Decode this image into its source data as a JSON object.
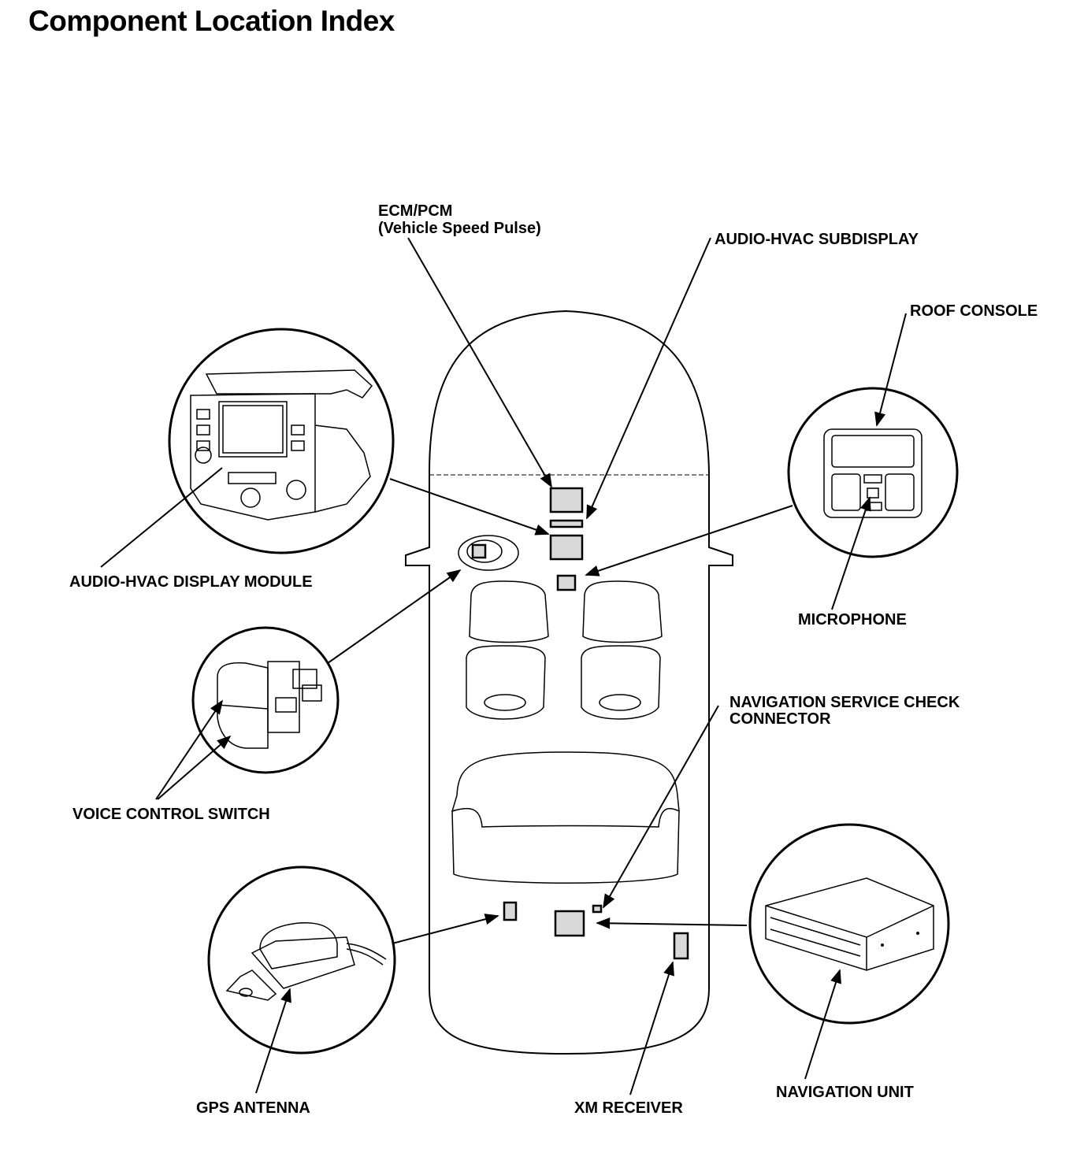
{
  "title": "Component Location Index",
  "labels": {
    "ecm_pcm_line1": "ECM/PCM",
    "ecm_pcm_line2": "(Vehicle Speed Pulse)",
    "audio_hvac_subdisplay": "AUDIO-HVAC SUBDISPLAY",
    "roof_console": "ROOF CONSOLE",
    "audio_hvac_display_module": "AUDIO-HVAC DISPLAY MODULE",
    "microphone": "MICROPHONE",
    "nav_check_line1": "NAVIGATION SERVICE CHECK",
    "nav_check_line2": "CONNECTOR",
    "voice_control_switch": "VOICE CONTROL SWITCH",
    "gps_antenna": "GPS ANTENNA",
    "xm_receiver": "XM RECEIVER",
    "navigation_unit": "NAVIGATION UNIT"
  },
  "icons": [
    "vehicle-outline-icon",
    "display-module-icon",
    "roof-console-icon",
    "voice-switch-icon",
    "gps-antenna-icon",
    "navigation-unit-icon"
  ]
}
